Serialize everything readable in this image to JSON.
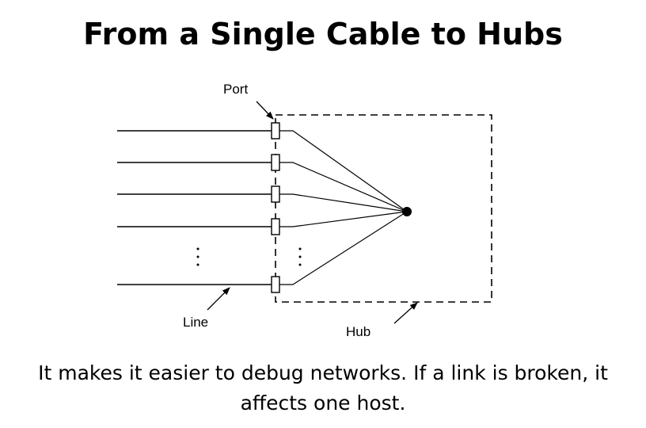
{
  "slide": {
    "title": "From a Single Cable to Hubs",
    "caption": "It makes it easier to debug networks. If a link is broken, it affects one host."
  },
  "diagram": {
    "labels": {
      "port": "Port",
      "line": "Line",
      "hub": "Hub"
    },
    "visible_lines": 5,
    "ellipsis": "vertical dots between the fourth and last line"
  }
}
